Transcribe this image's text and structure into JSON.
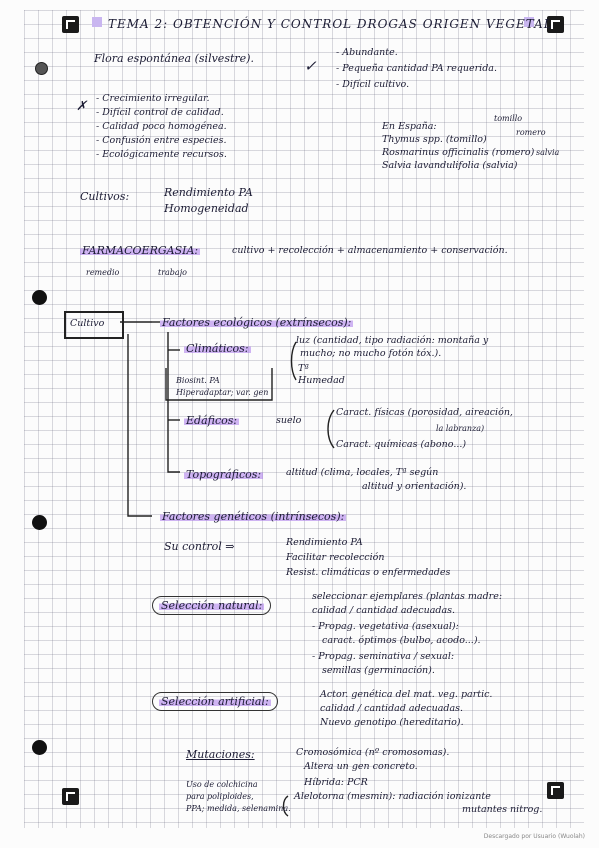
{
  "title": "TEMA 2: OBTENCIÓN Y CONTROL DROGAS ORIGEN VEGETAL",
  "flora": {
    "heading": "Flora espontánea (silvestre).",
    "pros": [
      "- Abundante.",
      "- Pequeña cantidad PA requerida.",
      "- Difícil cultivo."
    ],
    "cons": [
      "- Crecimiento irregular.",
      "- Difícil control de calidad.",
      "- Calidad poco homogénea.",
      "- Confusión entre especies.",
      "- Ecológicamente recursos."
    ],
    "spain_title": "En España:",
    "spain_species": [
      "Thymus spp. (tomillo)",
      "Rosmarinus officinalis (romero)",
      "Salvia lavandulifolia (salvia)"
    ],
    "spain_notes": [
      "tomillo",
      "romero",
      "salvia"
    ]
  },
  "cultivos": {
    "heading": "Cultivos:",
    "items": [
      "Rendimiento PA",
      "Homogeneidad"
    ]
  },
  "farmacoergasia": {
    "term": "FARMACOERGASIA:",
    "definition": "cultivo + recolección + almacenamiento + conservación.",
    "sub_left": "remedio",
    "sub_right": "trabajo"
  },
  "diagram": {
    "root": "Cultivo",
    "extrinsic": "Factores ecológicos (extrínsecos):",
    "climaticos": "Climáticos:",
    "climaticos_detail": [
      "luz (cantidad, tipo radiación: montaña y",
      "mucho; no mucho fotón tóx.).",
      "Tª",
      "Humedad"
    ],
    "biosint_note": [
      "Biosint. PA",
      "Hiperadaptar; var. gen"
    ],
    "edaficos": "Edáficos:",
    "edaficos_detail": [
      "suelo",
      "Caract. físicas (porosidad, aireación,",
      "la labranza)",
      "Caract. químicas (abono...)"
    ],
    "topograficos": "Topográficos:",
    "topograficos_detail": [
      "altitud (clima, locales, Tª según",
      "altitud y orientación)."
    ],
    "intrinsic": "Factores genéticos (intrínsecos):",
    "control_label": "Su control ⇒",
    "control_items": [
      "Rendimiento PA",
      "Facilitar recolección",
      "Resist. climáticas o enfermedades"
    ]
  },
  "seleccion": {
    "natural_title": "Selección natural:",
    "natural_lines": [
      "seleccionar ejemplares (plantas madre:",
      "calidad / cantidad adecuadas.",
      "- Propag. vegetativa (asexual):",
      "caract. óptimos (bulbo, acodo...).",
      "- Propag. seminativa / sexual:",
      "semillas (germinación)."
    ],
    "artificial_title": "Selección artificial:",
    "artificial_lines": [
      "Actor. genética del mat. veg. partic.",
      "calidad / cantidad adecuadas.",
      "Nuevo genotipo (hereditario)."
    ]
  },
  "mutaciones": {
    "title": "Mutaciones:",
    "lines": [
      "Cromosómica (nº cromosomas).",
      "Altera un gen concreto.",
      "Híbrida: PCR",
      "Alelotorna (mesmin): radiación ionizante",
      "mutantes nitrog."
    ],
    "side_note": [
      "Uso de colchicina",
      "para poliploides,",
      "PPA; medida, selenamina."
    ]
  },
  "footer": "Descargado por Usuario (Wuolah)"
}
